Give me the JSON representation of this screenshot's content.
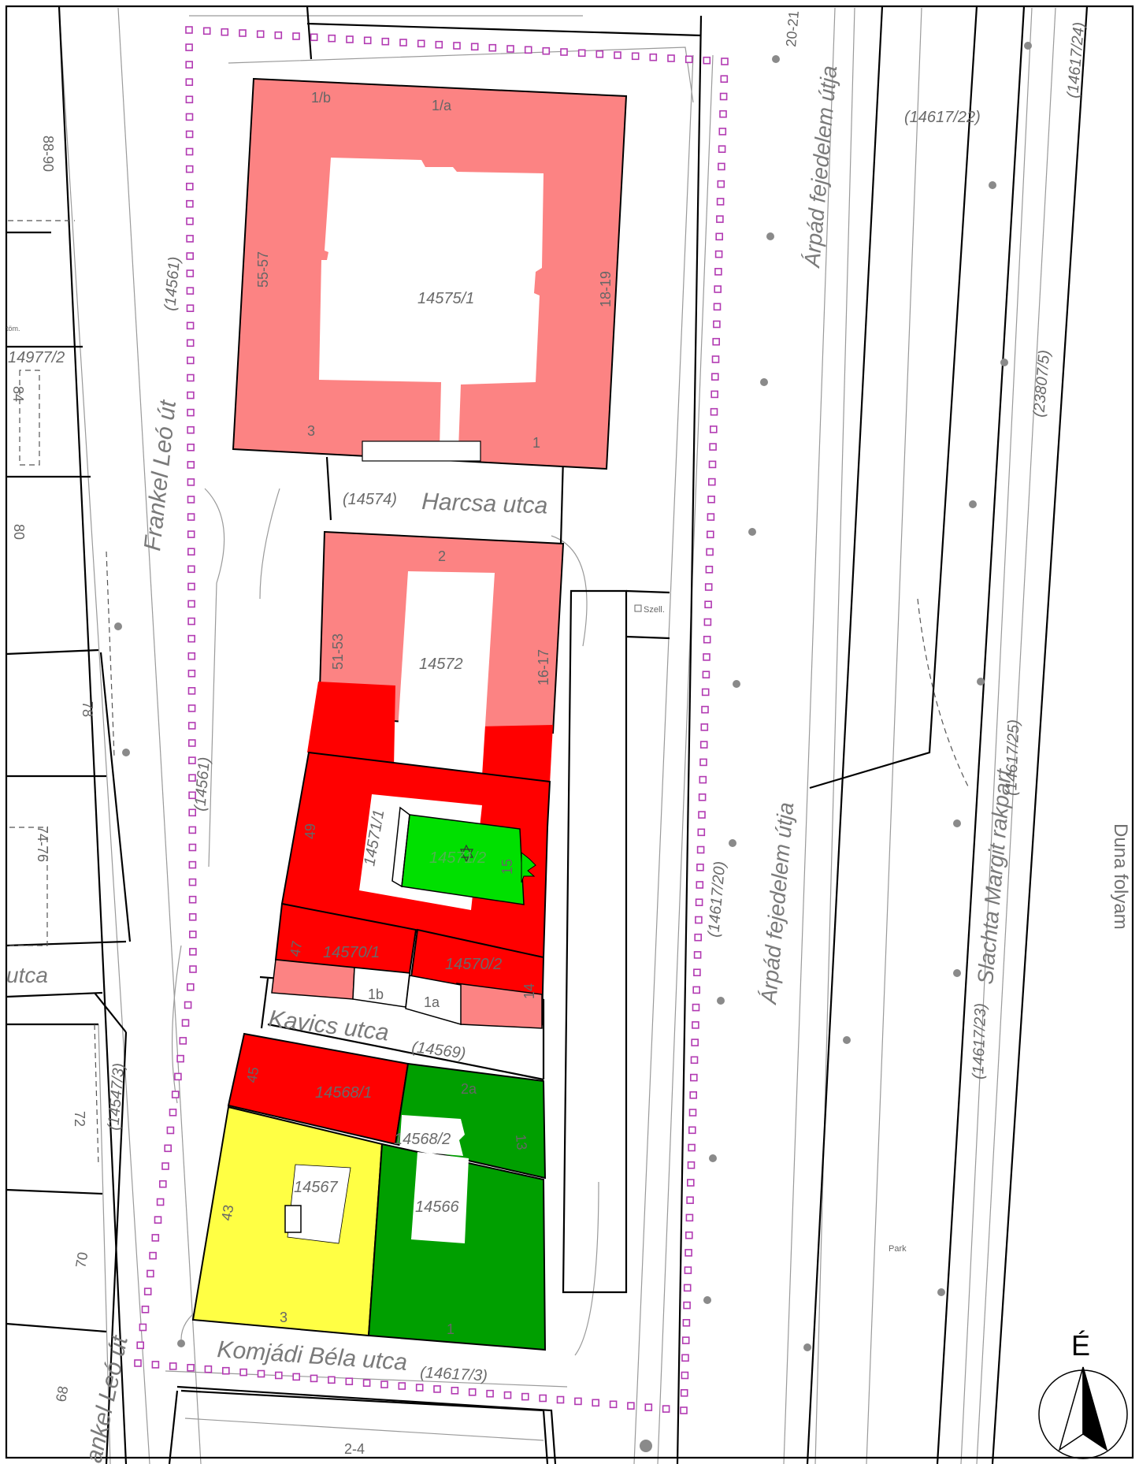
{
  "colors": {
    "highlight_light_red": "#fc8383",
    "highlight_red": "#ff0000",
    "highlight_green": "#009f00",
    "highlight_bright_green": "#00e000",
    "highlight_yellow": "#ffff44",
    "protected_boundary": "#b23ab2",
    "road_text": "#7a7a7a"
  },
  "streets": {
    "frankel_upper": "Frankel Leó út",
    "frankel_lower": "ankel Leó út",
    "harcsa": "Harcsa utca",
    "kavics": "Kavics utca",
    "komjadi": "Komjádi Béla utca",
    "arpad_upper": "Árpád fejedelem útja",
    "arpad_lower": "Árpád fejedelem útja",
    "slachta": "Slachta Margit rakpart",
    "duna": "Duna folyam",
    "utca_fragment": "utca"
  },
  "parcels": {
    "p14575_1": "14575/1",
    "p14574": "(14574)",
    "p14572": "14572",
    "p14571_1": "14571/1",
    "p14571_2": "14571/2",
    "p14570_1": "14570/1",
    "p14570_2": "14570/2",
    "p14569": "(14569)",
    "p14568_1": "14568/1",
    "p14568_2": "14568/2",
    "p14567": "14567",
    "p14566": "14566",
    "p14617_3": "(14617/3)",
    "p14561_a": "(14561)",
    "p14561_b": "(14561)",
    "p14617_20": "(14617/20)",
    "p14617_22": "(14617/22)",
    "p14617_23": "(14617/23)",
    "p14617_24": "(14617/24)",
    "p14617_25": "(14617/25)",
    "p23807_5": "(23807/5)",
    "p14547_3": "(14547/3)",
    "p14977_2": "14977/2"
  },
  "house_numbers": {
    "n1b_top": "1/b",
    "n1a_top": "1/a",
    "n55_57": "55-57",
    "n18_19": "18-19",
    "n3_upper": "3",
    "n1_upper": "1",
    "n2": "2",
    "n51_53": "51-53",
    "n16_17": "16-17",
    "n49": "49",
    "n15": "15",
    "n47": "47",
    "n14": "14",
    "n1b": "1b",
    "n1a": "1a",
    "n45": "45",
    "n2a": "2a",
    "n13": "13",
    "n43": "43",
    "n3_lower": "3",
    "n1_lower": "1",
    "n2_4": "2-4",
    "n20_21": "20-21",
    "n88_90": "88-90",
    "n84": "84",
    "n80": "80",
    "n78": "78",
    "n74_76": "74-76",
    "n72": "72",
    "n70": "70",
    "n68": "68"
  },
  "small_labels": {
    "szell": "Szell.",
    "park": "Park",
    "north": "É",
    "tom": "töm."
  }
}
